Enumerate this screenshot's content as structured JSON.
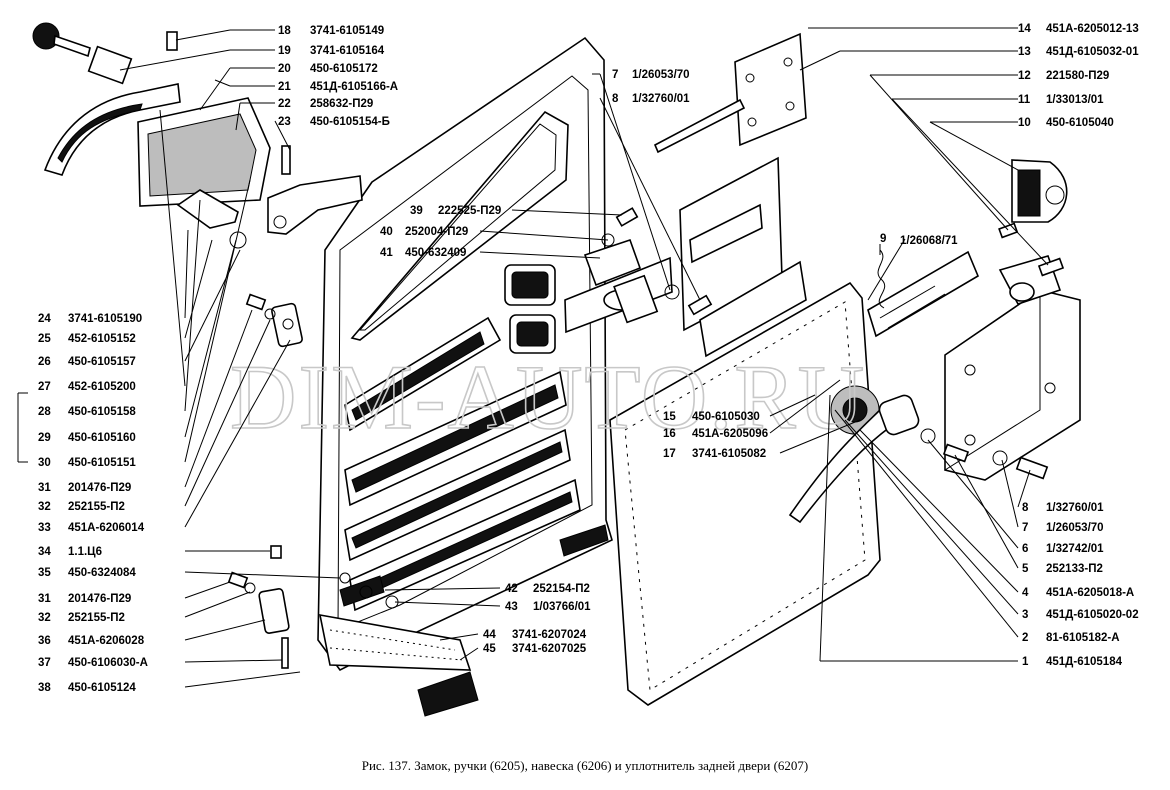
{
  "caption": "Рис. 137. Замок, ручки (6205), навеска (6206) и уплотнитель задней двери (6207)",
  "watermark": "DIM-AUTO.RU",
  "callouts_left_top": [
    {
      "num": "18",
      "code": "3741-6105149"
    },
    {
      "num": "19",
      "code": "3741-6105164"
    },
    {
      "num": "20",
      "code": "450-6105172"
    },
    {
      "num": "21",
      "code": "451Д-6105166-А"
    },
    {
      "num": "22",
      "code": "258632-П29"
    },
    {
      "num": "23",
      "code": "450-6105154-Б"
    }
  ],
  "callouts_left": [
    {
      "num": "24",
      "code": "3741-6105190"
    },
    {
      "num": "25",
      "code": "452-6105152"
    },
    {
      "num": "26",
      "code": "450-6105157"
    },
    {
      "num": "27",
      "code": "452-6105200"
    },
    {
      "num": "28",
      "code": "450-6105158"
    },
    {
      "num": "29",
      "code": "450-6105160"
    },
    {
      "num": "30",
      "code": "450-6105151"
    },
    {
      "num": "31",
      "code": "201476-П29"
    },
    {
      "num": "32",
      "code": "252155-П2"
    },
    {
      "num": "33",
      "code": "451А-6206014"
    },
    {
      "num": "34",
      "code": "1.1.Ц6"
    },
    {
      "num": "35",
      "code": "450-6324084"
    },
    {
      "num": "31",
      "code": "201476-П29"
    },
    {
      "num": "32",
      "code": "252155-П2"
    },
    {
      "num": "36",
      "code": "451А-6206028"
    },
    {
      "num": "37",
      "code": "450-6106030-А"
    },
    {
      "num": "38",
      "code": "450-6105124"
    }
  ],
  "callouts_center": [
    {
      "num": "39",
      "code": "222525-П29"
    },
    {
      "num": "40",
      "code": "252004-П29"
    },
    {
      "num": "41",
      "code": "450-632409"
    },
    {
      "num": "7",
      "code": "1/26053/70"
    },
    {
      "num": "8",
      "code": "1/32760/01"
    },
    {
      "num": "15",
      "code": "450-6105030"
    },
    {
      "num": "16",
      "code": "451А-6205096"
    },
    {
      "num": "17",
      "code": "3741-6105082"
    },
    {
      "num": "42",
      "code": "252154-П2"
    },
    {
      "num": "43",
      "code": "1/03766/01"
    },
    {
      "num": "44",
      "code": "3741-6207024"
    },
    {
      "num": "45",
      "code": "3741-6207025"
    },
    {
      "num": "9",
      "code": ""
    },
    {
      "num": "",
      "code": "1/26068/71"
    }
  ],
  "callouts_right_top": [
    {
      "num": "14",
      "code": "451А-6205012-13"
    },
    {
      "num": "13",
      "code": "451Д-6105032-01"
    },
    {
      "num": "12",
      "code": "221580-П29"
    },
    {
      "num": "11",
      "code": "1/33013/01"
    },
    {
      "num": "10",
      "code": "450-6105040"
    }
  ],
  "callouts_right_bottom": [
    {
      "num": "8",
      "code": "1/32760/01"
    },
    {
      "num": "7",
      "code": "1/26053/70"
    },
    {
      "num": "6",
      "code": "1/32742/01"
    },
    {
      "num": "5",
      "code": "252133-П2"
    },
    {
      "num": "4",
      "code": "451А-6205018-А"
    },
    {
      "num": "3",
      "code": "451Д-6105020-02"
    },
    {
      "num": "2",
      "code": "81-6105182-А"
    },
    {
      "num": "1",
      "code": "451Д-6105184"
    }
  ]
}
